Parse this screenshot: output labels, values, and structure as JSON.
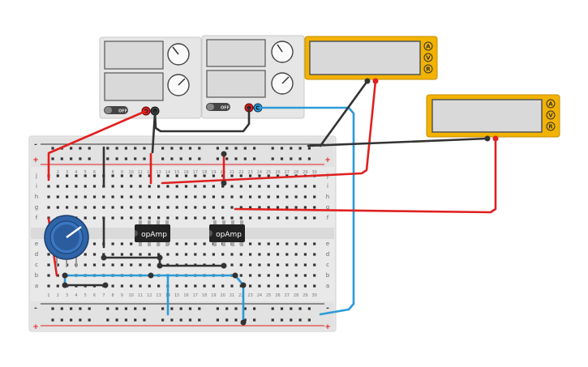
{
  "components": {
    "chip1": {
      "label": "opAmp"
    },
    "chip2": {
      "label": "opAmp"
    },
    "supply1": {
      "off_label": "OFF"
    },
    "supply2": {
      "off_label": "OFF"
    },
    "meter1": {
      "btn_a": "A",
      "btn_v": "V",
      "btn_r": "R"
    },
    "meter2": {
      "btn_a": "A",
      "btn_v": "V",
      "btn_r": "R"
    }
  },
  "breadboard": {
    "plus": "+",
    "minus": "-",
    "rows_top": [
      "j",
      "i",
      "h",
      "g",
      "f"
    ],
    "rows_bottom": [
      "e",
      "d",
      "c",
      "b",
      "a"
    ],
    "columns": [
      "1",
      "2",
      "3",
      "4",
      "5",
      "6",
      "7",
      "8",
      "9",
      "10",
      "11",
      "12",
      "13",
      "14",
      "15",
      "16",
      "17",
      "18",
      "19",
      "20",
      "21",
      "22",
      "23",
      "24",
      "25",
      "26",
      "27",
      "28",
      "29",
      "30"
    ]
  },
  "colors": {
    "wire_red": "#e02020",
    "wire_black": "#333333",
    "wire_blue": "#2a9bd8",
    "meter_yellow": "#f2b200",
    "pot_blue": "#2f64a8"
  }
}
